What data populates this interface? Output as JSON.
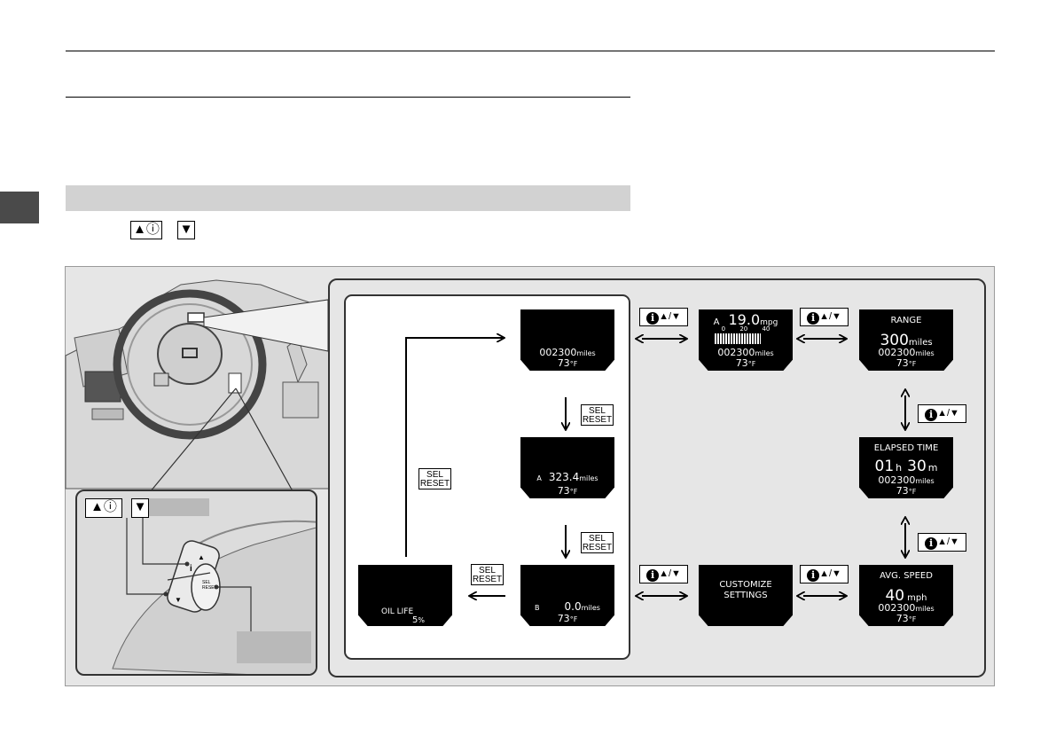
{
  "page": {
    "key_up_info": "▲ⓘ",
    "key_down": "▼"
  },
  "colors": {
    "banner": "#d2d2d2",
    "side_tab": "#4a4a4a",
    "figure_bg": "#e6e6e6",
    "screen": "#000000"
  },
  "buttons": {
    "sel_reset_line1": "SEL",
    "sel_reset_line2": "RESET",
    "nav_info": "i",
    "nav_arrows": "▲/▼"
  },
  "inset": {
    "key_up_info": "▲ⓘ",
    "key_down": "▼",
    "switch_sel_reset": "SEL RESET",
    "switch_i": "i",
    "switch_up": "▲",
    "switch_down": "▼"
  },
  "screens": {
    "odometer": {
      "odo": "002300",
      "odo_unit": "miles",
      "temp": "73",
      "temp_unit": "°F"
    },
    "trip_a": {
      "label": "A",
      "value": "323.4",
      "unit": "miles",
      "temp": "73",
      "temp_unit": "°F"
    },
    "trip_b": {
      "label": "B",
      "value": "0.0",
      "unit": "miles",
      "temp": "73",
      "temp_unit": "°F"
    },
    "oil_life": {
      "label": "OIL LIFE",
      "value": "5",
      "unit": "%"
    },
    "fuel_economy": {
      "label": "A",
      "value": "19.0",
      "unit": "mpg",
      "scale": [
        "0",
        "20",
        "40"
      ],
      "odo": "002300",
      "odo_unit": "miles",
      "temp": "73",
      "temp_unit": "°F"
    },
    "range": {
      "title": "RANGE",
      "value": "300",
      "unit": "miles",
      "odo": "002300",
      "odo_unit": "miles",
      "temp": "73",
      "temp_unit": "°F"
    },
    "elapsed_time": {
      "title": "ELAPSED TIME",
      "hours": "01",
      "h_unit": "h",
      "minutes": "30",
      "m_unit": "m",
      "odo": "002300",
      "odo_unit": "miles",
      "temp": "73",
      "temp_unit": "°F"
    },
    "avg_speed": {
      "title": "AVG. SPEED",
      "value": "40",
      "unit": "mph",
      "odo": "002300",
      "odo_unit": "miles",
      "temp": "73",
      "temp_unit": "°F"
    },
    "customize": {
      "line1": "CUSTOMIZE",
      "line2": "SETTINGS"
    }
  }
}
